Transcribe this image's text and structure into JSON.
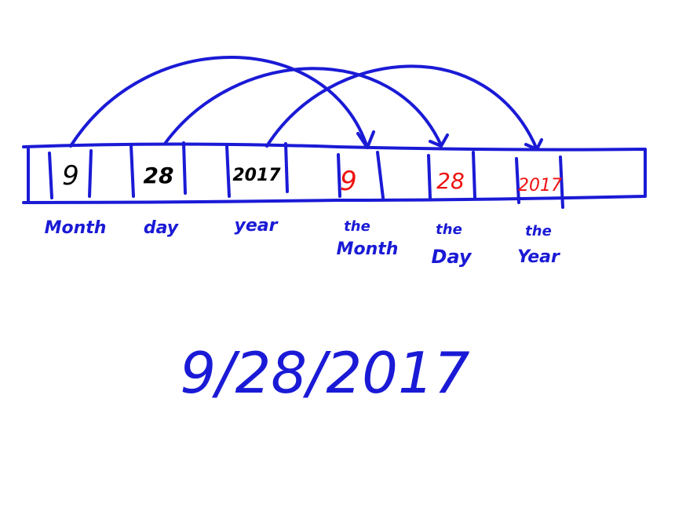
{
  "colors": {
    "ink_blue": "#1a1ad6",
    "ink_black": "#000000",
    "ink_red": "#ee1111",
    "background": "#ffffff"
  },
  "cells": [
    {
      "value": "9",
      "label": [
        "Month"
      ],
      "color": "black"
    },
    {
      "value": "28",
      "label": [
        "day"
      ],
      "color": "black"
    },
    {
      "value": "2017",
      "label": [
        "year"
      ],
      "color": "black"
    },
    {
      "value": "9",
      "label": [
        "the",
        "Month"
      ],
      "color": "red"
    },
    {
      "value": "28",
      "label": [
        "the",
        "Day"
      ],
      "color": "red"
    },
    {
      "value": "2017",
      "label": [
        "the",
        "Year"
      ],
      "color": "red"
    }
  ],
  "copies": [
    {
      "from": "Month",
      "to": "the Month"
    },
    {
      "from": "day",
      "to": "the Day"
    },
    {
      "from": "year",
      "to": "the Year"
    }
  ],
  "result": "9/28/2017"
}
